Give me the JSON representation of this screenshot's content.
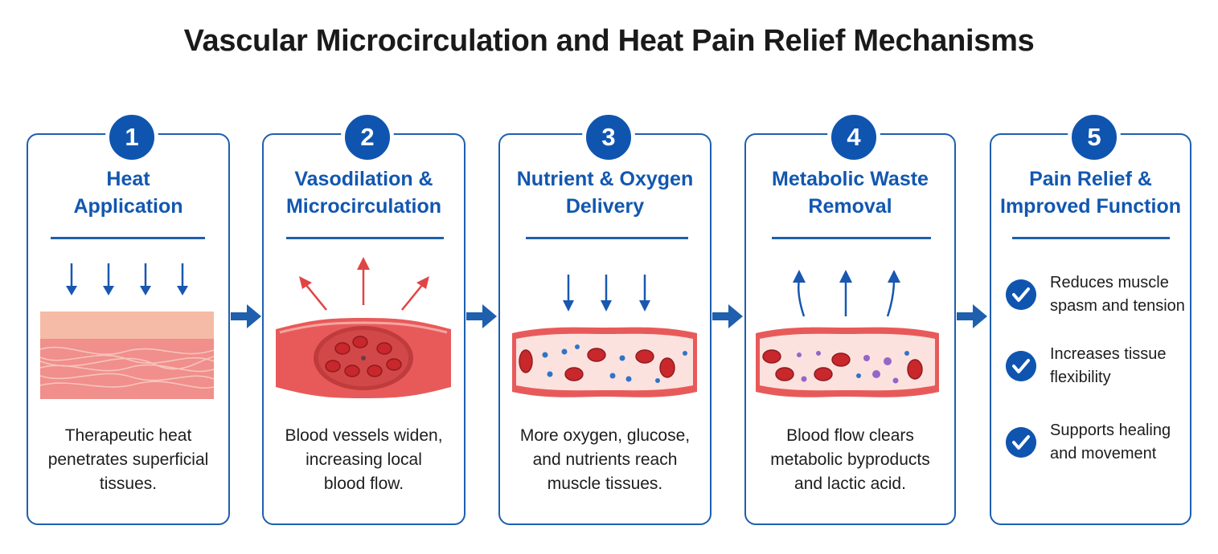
{
  "title": "Vascular Microcirculation and Heat Pain Relief Mechanisms",
  "colors": {
    "accent": "#0f55b0",
    "border": "#1e5fae",
    "vessel": "#e85a5a",
    "heat_arrow": "#e04545"
  },
  "steps": [
    {
      "number": "1",
      "title": "Heat\nApplication",
      "description": "Therapeutic heat\npenetrates superficial\ntissues.",
      "icon": "skin-tissue-heat-icon"
    },
    {
      "number": "2",
      "title": "Vasodilation &\nMicrocirculation",
      "description": "Blood vessels widen,\nincreasing local\nblood flow.",
      "icon": "dilated-vessel-icon"
    },
    {
      "number": "3",
      "title": "Nutrient & Oxygen\nDelivery",
      "description": "More oxygen, glucose,\nand nutrients reach\nmuscle tissues.",
      "icon": "nutrient-vessel-icon"
    },
    {
      "number": "4",
      "title": "Metabolic Waste\nRemoval",
      "description": "Blood flow clears\nmetabolic byproducts\nand lactic acid.",
      "icon": "waste-vessel-icon"
    },
    {
      "number": "5",
      "title": "Pain Relief &\nImproved Function",
      "benefits": [
        "Reduces muscle\nspasm and tension",
        "Increases tissue\nflexibility",
        "Supports healing\nand movement"
      ],
      "icon": "checkmark-icon"
    }
  ]
}
